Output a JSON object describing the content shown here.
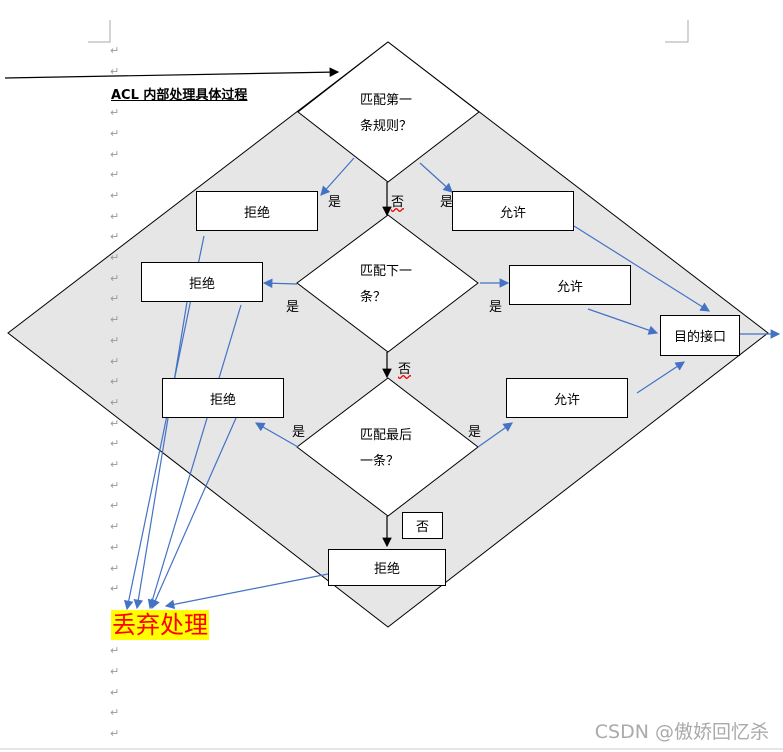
{
  "document": {
    "title": "ACL 内部处理具体过程",
    "paragraph_mark": "↵",
    "discard_label": "丢弃处理",
    "watermark": "CSDN @傲娇回忆杀"
  },
  "diagram": {
    "decisions": [
      {
        "line1": "匹配第一",
        "line2": "条规则？"
      },
      {
        "line1": "匹配下一",
        "line2": "条？"
      },
      {
        "line1": "匹配最后",
        "line2": "一条？"
      }
    ],
    "deny_label": "拒绝",
    "permit_label": "允许",
    "destination_label": "目的接口",
    "yes_label": "是",
    "no_label": "否",
    "colors": {
      "arrow": "#4472c4",
      "fill": "#e6e6e6",
      "highlight": "#ffff00",
      "discard_text": "#ff0000"
    }
  }
}
